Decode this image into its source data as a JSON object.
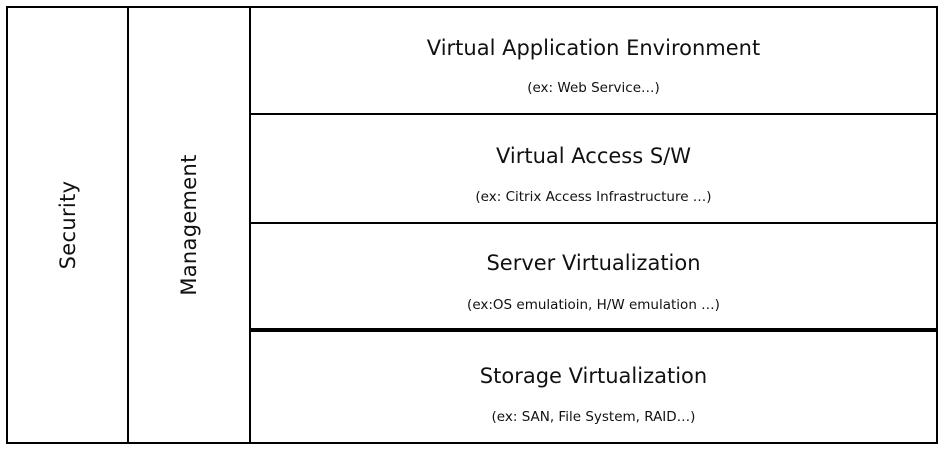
{
  "side_columns": {
    "security": "Security",
    "management": "Management"
  },
  "layers": [
    {
      "title": "Virtual Application Environment",
      "subtitle": "(ex: Web Service…)"
    },
    {
      "title": "Virtual Access S/W",
      "subtitle": "(ex: Citrix Access Infrastructure …)"
    },
    {
      "title": "Server Virtualization",
      "subtitle": "(ex:OS emulatioin, H/W emulation …)"
    },
    {
      "title": "Storage Virtualization",
      "subtitle": "(ex: SAN, File System, RAID…)"
    }
  ]
}
